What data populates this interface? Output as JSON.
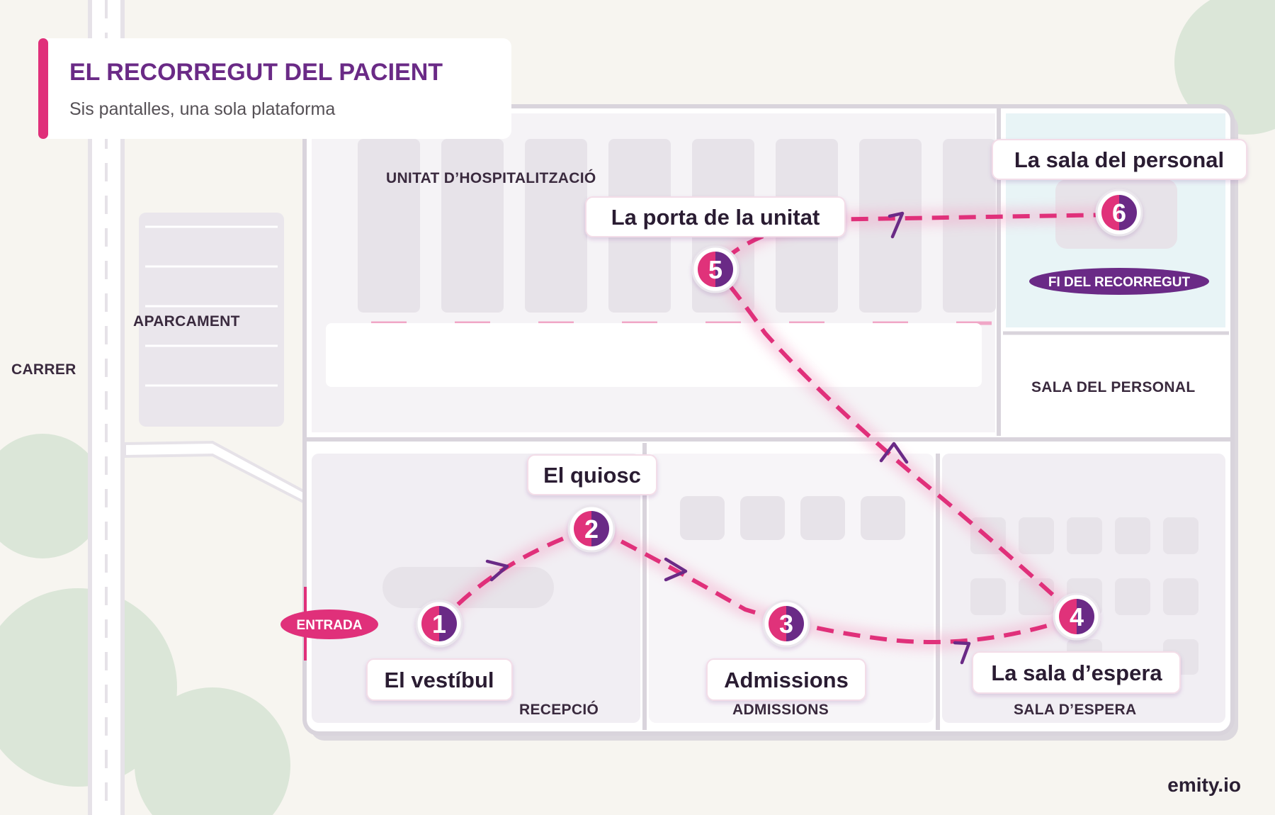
{
  "header": {
    "title": "EL RECORREGUT DEL PACIENT",
    "subtitle": "Sis pantalles, una sola plataforma"
  },
  "map_labels": {
    "street": "CARRER",
    "parking": "APARCAMENT",
    "entrance": "ENTRADA",
    "end": "FI DEL RECORREGUT"
  },
  "zones": {
    "ward": "UNITAT D’HOSPITALITZACIÓ",
    "staff_room": "SALA DEL PERSONAL",
    "reception": "RECEPCIÓ",
    "admissions": "ADMISSIONS",
    "waiting": "SALA D’ESPERA"
  },
  "stops": [
    {
      "number": "1",
      "label": "El vestíbul"
    },
    {
      "number": "2",
      "label": "El quiosc"
    },
    {
      "number": "3",
      "label": "Admissions"
    },
    {
      "number": "4",
      "label": "La sala d’espera"
    },
    {
      "number": "5",
      "label": "La porta de la unitat"
    },
    {
      "number": "6",
      "label": "La sala del personal"
    }
  ],
  "brand": "emity.io",
  "colors": {
    "accent_pink": "#e0307a",
    "accent_purple": "#6a2a86",
    "floor": "#f1eef3",
    "wall": "#d9d4dc",
    "staff_room_fill": "#e8f4f6",
    "tree": "#dbe6d8"
  }
}
